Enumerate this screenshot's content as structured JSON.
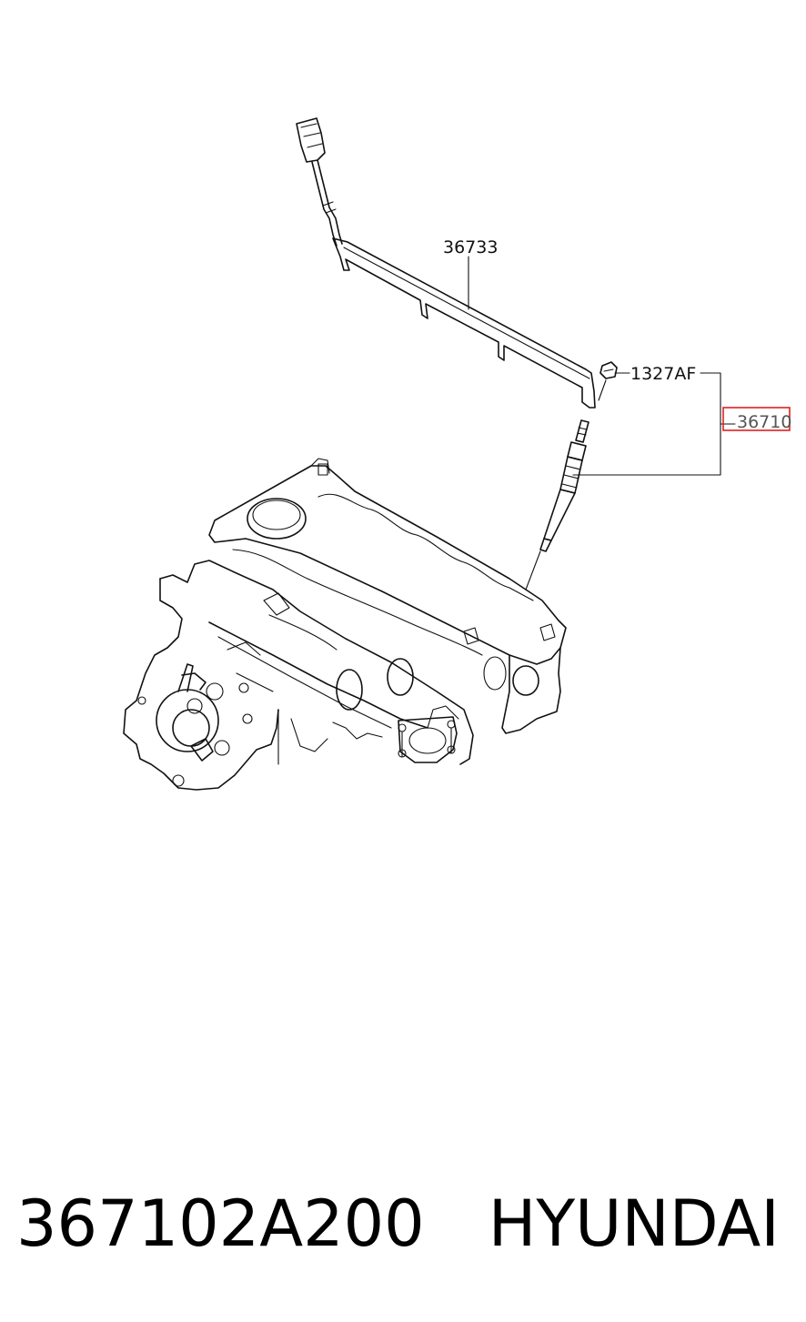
{
  "callouts": {
    "harness": "36733",
    "nut": "1327AF",
    "glow_plug": "36710"
  },
  "highlight_color": "#e02020",
  "footer": {
    "part_number": "367102A200",
    "brand": "HYUNDAI"
  }
}
